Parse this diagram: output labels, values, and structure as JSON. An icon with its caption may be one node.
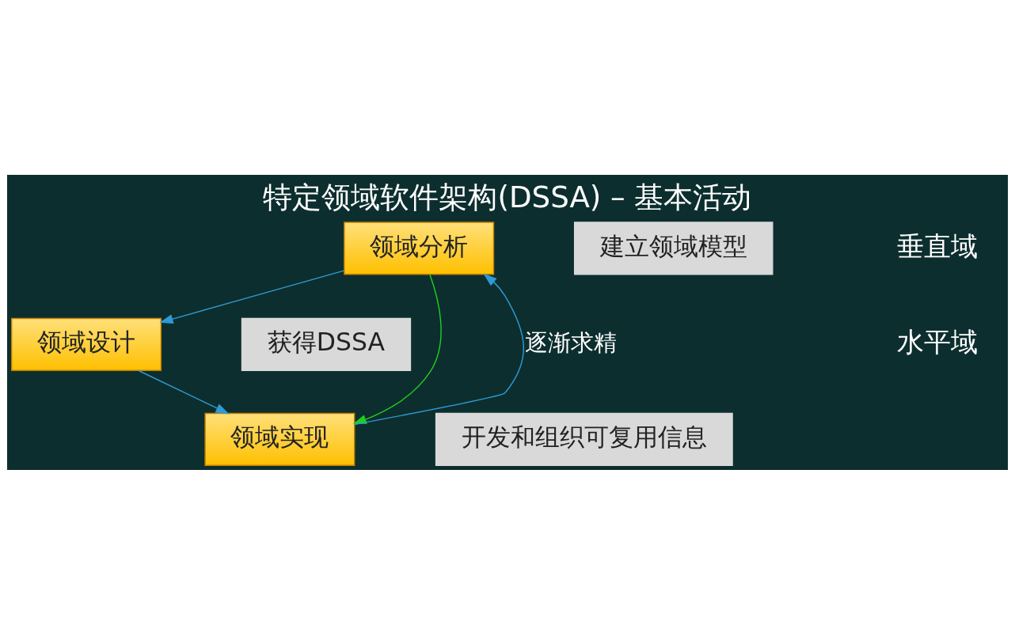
{
  "diagram": {
    "title": "特定领域软件架构(DSSA) – 基本活动",
    "nodes": [
      {
        "text": [
          "领域分析"
        ]
      },
      {
        "text": [
          "领域设计"
        ]
      },
      {
        "text": [
          "领域实现"
        ]
      },
      {
        "text": [
          "建立领域模型"
        ]
      },
      {
        "text": [
          "获得DSSA"
        ]
      },
      {
        "text": [
          "开发和组织可复用信息"
        ]
      }
    ],
    "edges": [
      {
        "from": 0,
        "to": 1,
        "arrow": "to"
      },
      {
        "from": 1,
        "to": 2,
        "arrow": "to"
      },
      {
        "from": 2,
        "to": 0,
        "arrow": "to",
        "label": "逐渐求精"
      },
      {
        "from": 0,
        "to": 2,
        "arrow": "to",
        "color": "#22cc22"
      }
    ],
    "labels": [
      "垂直域",
      "水平域"
    ]
  }
}
